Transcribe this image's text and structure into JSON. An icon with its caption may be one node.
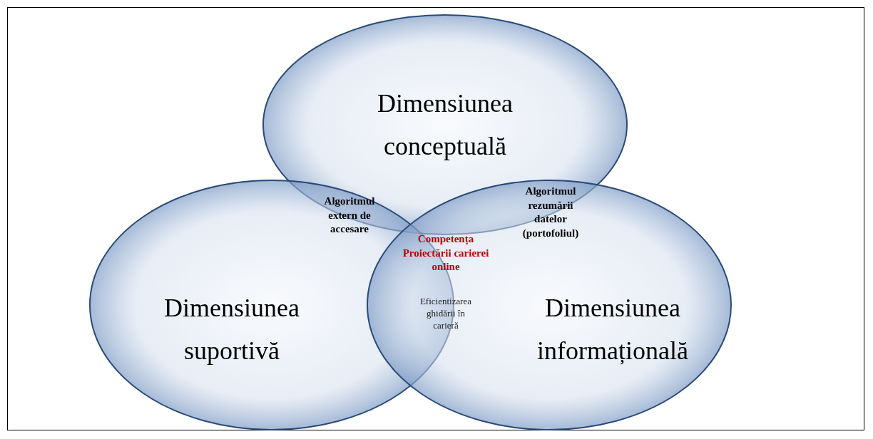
{
  "diagram": {
    "nodes": [
      {
        "text": [
          "Dimensiunea conceptuală"
        ]
      },
      {
        "text": [
          "Dimensiunea suportivă"
        ]
      },
      {
        "text": [
          "Dimensiunea informațională"
        ]
      }
    ],
    "labels": [
      "Algoritmul extern de accesare",
      "Algoritmul rezumării datelor (portofoliul)",
      "Competența Proiectării carierei online",
      "Eficientizarea ghidării în carieră"
    ]
  }
}
